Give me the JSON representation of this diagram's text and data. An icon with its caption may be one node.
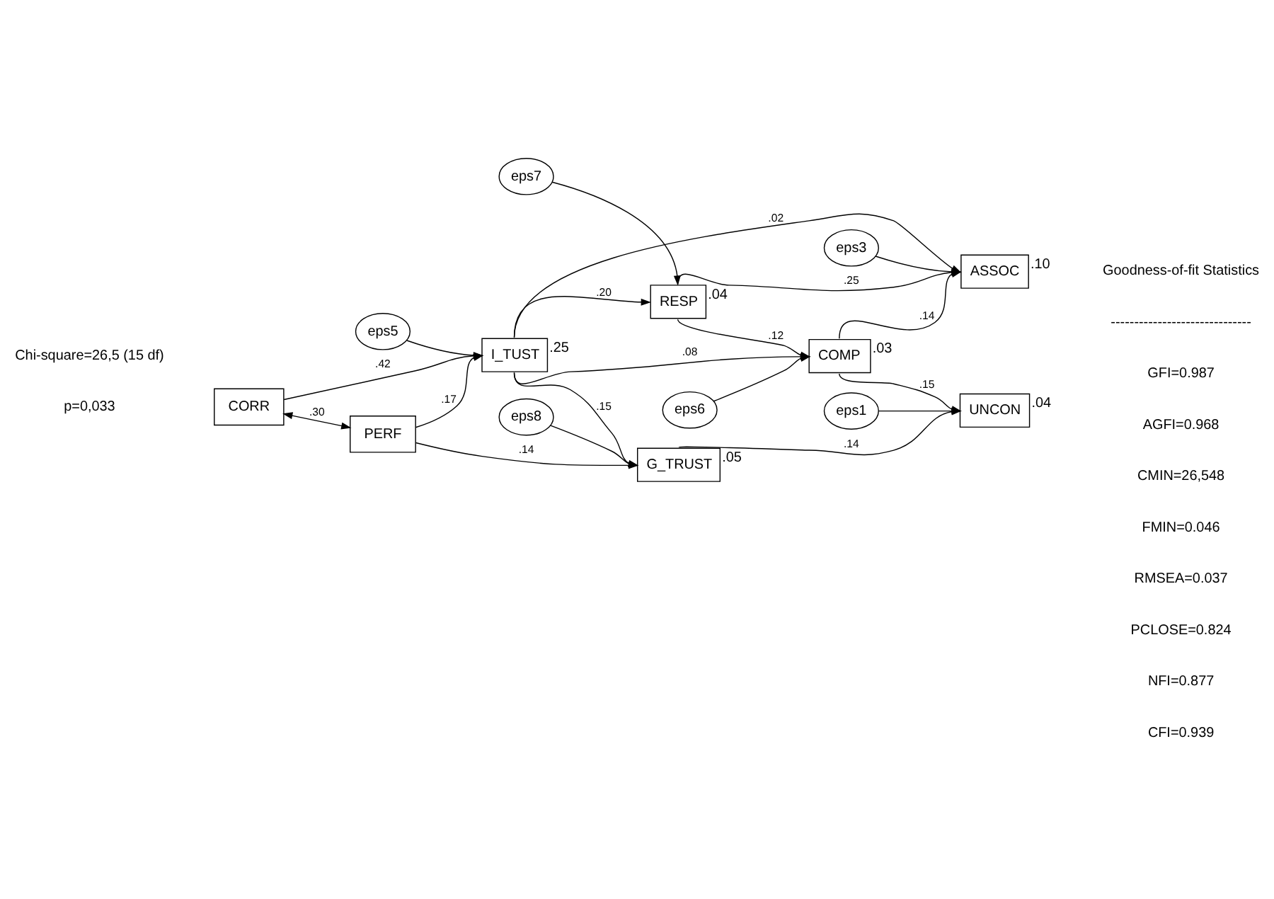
{
  "diagram": {
    "nodes": [
      {
        "text": [
          "eps7"
        ]
      },
      {
        "text": [
          "eps5"
        ]
      },
      {
        "text": [
          "RESP"
        ],
        "beside": [
          ".04"
        ]
      },
      {
        "text": [
          "CORR"
        ]
      },
      {
        "text": [
          "COMP"
        ],
        "beside": [
          ".03"
        ]
      },
      {
        "text": [
          "I_TUST"
        ],
        "beside": [
          ".25"
        ]
      },
      {
        "text": [
          "ASSOC"
        ],
        "beside": [
          ".10"
        ]
      },
      {
        "text": [
          "eps3"
        ]
      },
      {
        "text": [
          "PERF"
        ]
      },
      {
        "text": [
          "eps6"
        ]
      },
      {
        "text": [
          "G_TRUST"
        ],
        "beside": [
          ".05"
        ]
      },
      {
        "text": [
          "UNCON"
        ],
        "beside": [
          ".04"
        ]
      },
      {
        "text": [
          "eps1"
        ]
      },
      {
        "text": [
          "eps8"
        ]
      }
    ],
    "edges": [
      {
        "from": 3,
        "to": 8,
        "arrow": "both",
        "label": ".30"
      },
      {
        "from": 3,
        "to": 5,
        "arrow": "to",
        "label": ".42"
      },
      {
        "from": 8,
        "to": 5,
        "arrow": "to",
        "label": ".17"
      },
      {
        "from": 1,
        "to": 5,
        "arrow": "to"
      },
      {
        "from": 5,
        "to": 2,
        "arrow": "to",
        "label": ".20"
      },
      {
        "from": 5,
        "to": 4,
        "arrow": "to",
        "label": ".08"
      },
      {
        "from": 5,
        "to": 6,
        "arrow": "to",
        "label": ".02"
      },
      {
        "from": 5,
        "to": 10,
        "arrow": "to",
        "label": ".15"
      },
      {
        "from": 8,
        "to": 10,
        "arrow": "to",
        "label": ".14"
      },
      {
        "from": 0,
        "to": 2,
        "arrow": "to"
      },
      {
        "from": 2,
        "to": 4,
        "arrow": "to",
        "label": ".12"
      },
      {
        "from": 2,
        "to": 6,
        "arrow": "to",
        "label": ".25"
      },
      {
        "from": 4,
        "to": 6,
        "arrow": "to",
        "label": ".14"
      },
      {
        "from": 4,
        "to": 11,
        "arrow": "to",
        "label": ".15"
      },
      {
        "from": 9,
        "to": 4,
        "arrow": "to"
      },
      {
        "from": 7,
        "to": 6,
        "arrow": "to"
      },
      {
        "from": 10,
        "to": 11,
        "arrow": "to",
        "label": ".14"
      },
      {
        "from": 12,
        "to": 11,
        "arrow": "to"
      },
      {
        "from": 13,
        "to": 10,
        "arrow": "to"
      }
    ],
    "labels": [
      "Chi-square=26,5 (15 df)",
      "p=0,033",
      "Goodness-of-fit Statistics",
      "------------------------------",
      "GFI=0.987",
      "AGFI=0.968",
      "CMIN=26,548",
      "FMIN=0.046",
      "RMSEA=0.037",
      "PCLOSE=0.824",
      "NFI=0.877",
      "CFI=0.939"
    ]
  }
}
